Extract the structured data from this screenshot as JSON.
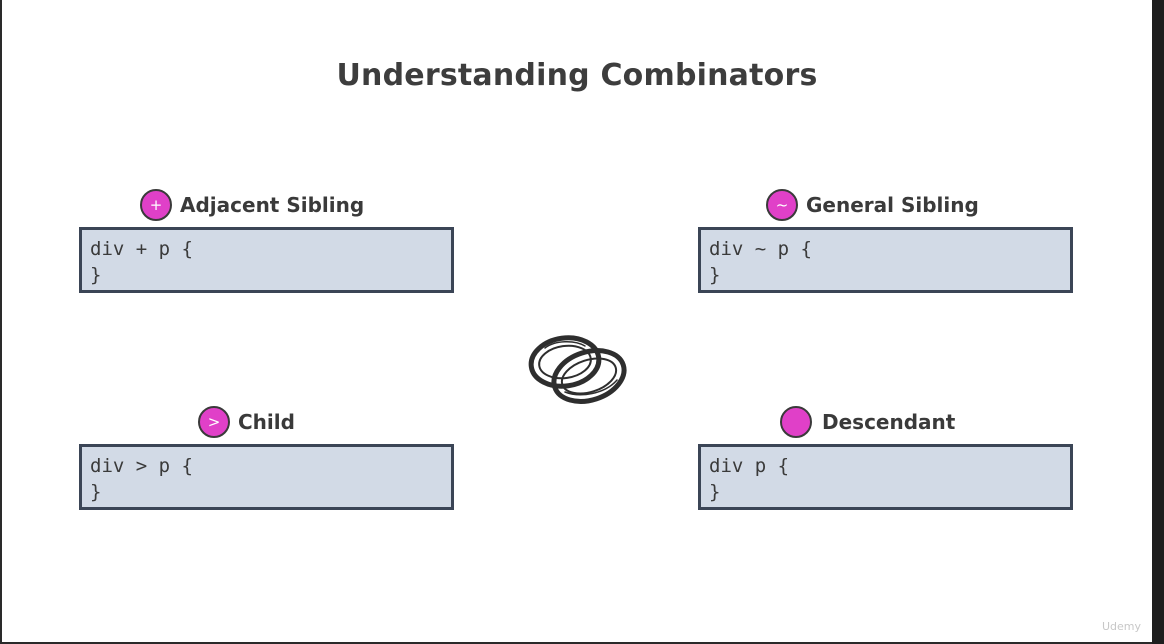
{
  "title": "Understanding Combinators",
  "cards": {
    "adjacent": {
      "symbol": "+",
      "label": "Adjacent Sibling",
      "code_line1": "div + p {",
      "code_line2": "}"
    },
    "general": {
      "symbol": "~",
      "label": "General Sibling",
      "code_line1": "div ~ p {",
      "code_line2": "}"
    },
    "child": {
      "symbol": ">",
      "label": "Child",
      "code_line1": "div > p {",
      "code_line2": "}"
    },
    "descendant": {
      "symbol": "",
      "label": "Descendant",
      "code_line1": "div p {",
      "code_line2": "}"
    }
  },
  "colors": {
    "badge": "#e040c8",
    "code_bg": "#d2dae6",
    "code_border": "#3b4556",
    "title": "#3d3d3d"
  },
  "illustration": {
    "icon": "interlocked-rings-icon"
  },
  "watermark": {
    "text": "Udemy"
  }
}
